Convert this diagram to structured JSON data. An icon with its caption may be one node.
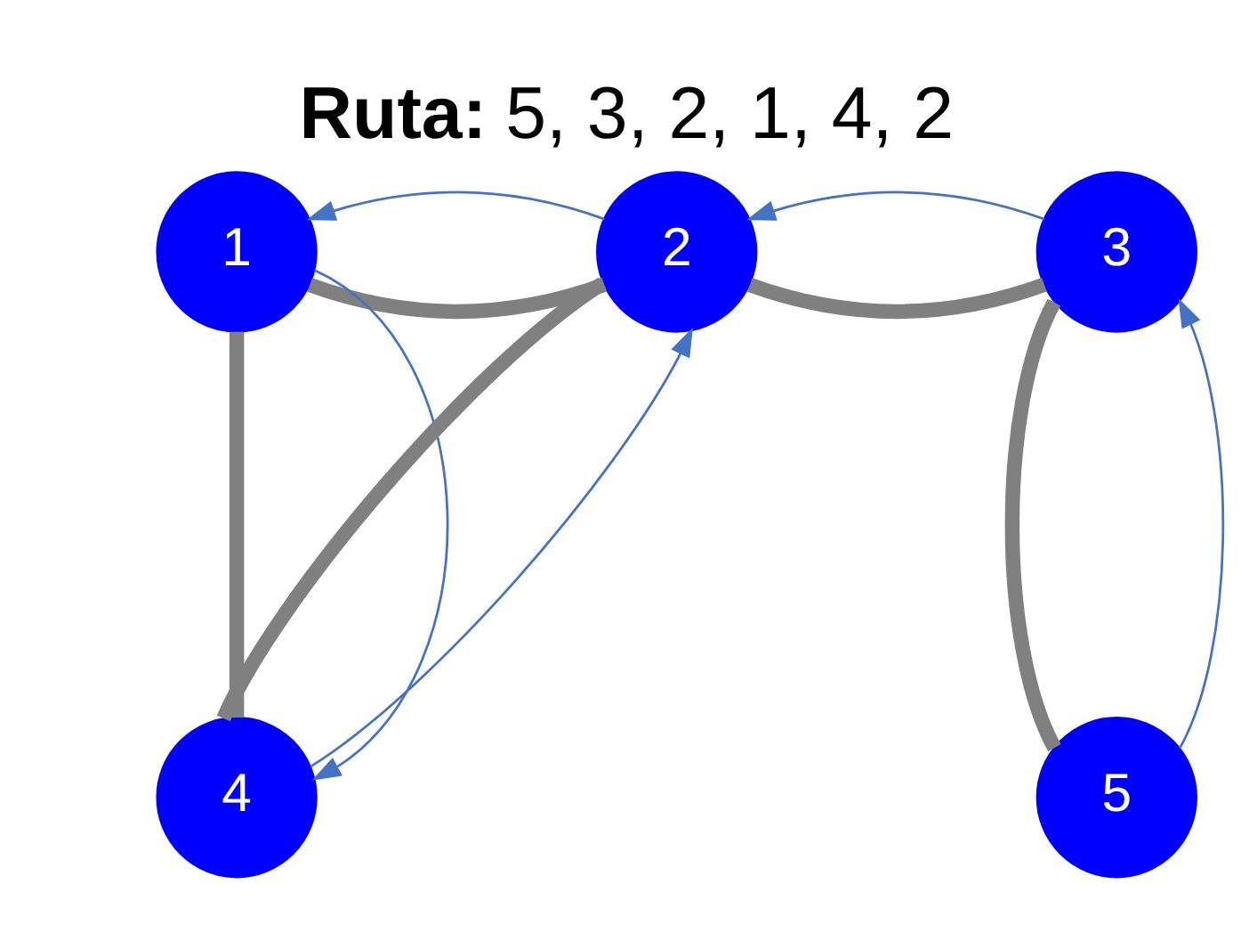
{
  "diagram": {
    "title": "**Ruta:** 5, 3, 2, 1, 4, 2",
    "nodes": [
      {
        "text": [
          "1"
        ]
      },
      {
        "text": [
          "2"
        ]
      },
      {
        "text": [
          "3"
        ]
      },
      {
        "text": [
          "4"
        ]
      },
      {
        "text": [
          "5"
        ]
      }
    ],
    "edges": [
      {
        "from": 0,
        "to": 1,
        "arrow": "none",
        "style": "thick",
        "color": "#808080"
      },
      {
        "from": 1,
        "to": 2,
        "arrow": "none",
        "style": "thick",
        "color": "#808080"
      },
      {
        "from": 0,
        "to": 3,
        "arrow": "none",
        "style": "thick",
        "color": "#808080"
      },
      {
        "from": 1,
        "to": 3,
        "arrow": "none",
        "style": "thick",
        "color": "#808080"
      },
      {
        "from": 2,
        "to": 4,
        "arrow": "none",
        "style": "thick",
        "color": "#808080"
      },
      {
        "from": 4,
        "to": 2,
        "arrow": "to",
        "color": "#4472c4"
      },
      {
        "from": 2,
        "to": 1,
        "arrow": "to",
        "color": "#4472c4"
      },
      {
        "from": 1,
        "to": 0,
        "arrow": "to",
        "color": "#4472c4"
      },
      {
        "from": 0,
        "to": 3,
        "arrow": "to",
        "color": "#4472c4"
      },
      {
        "from": 3,
        "to": 1,
        "arrow": "to",
        "color": "#4472c4"
      }
    ]
  }
}
